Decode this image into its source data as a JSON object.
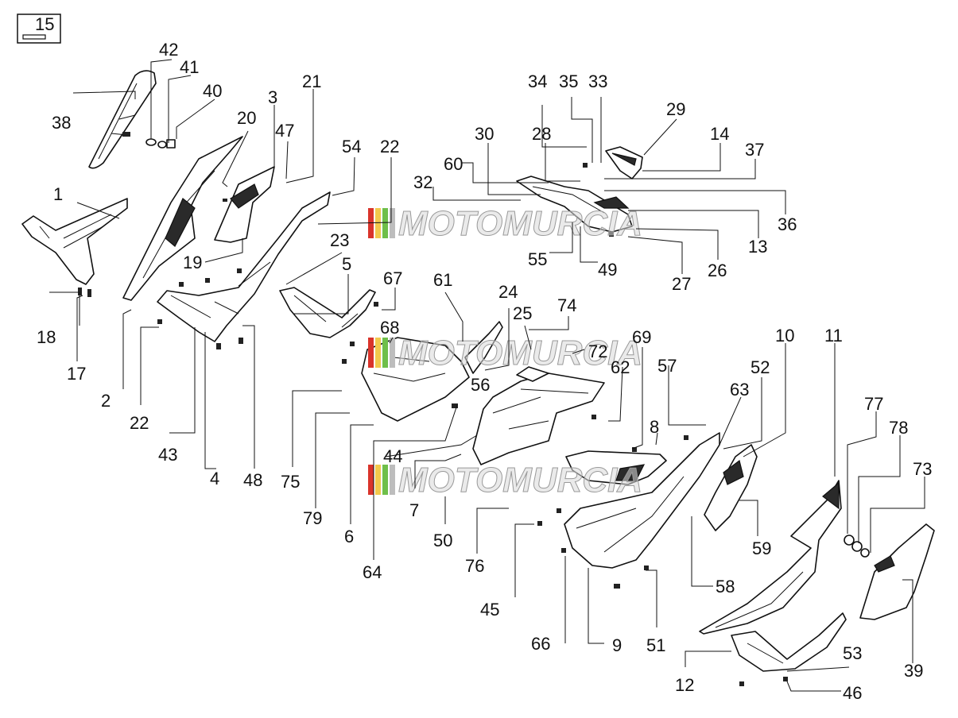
{
  "page_index_number": "15",
  "watermark": {
    "text": "MOTOMURCIA",
    "stripe_colors": [
      "#d9342b",
      "#f2c94c",
      "#6fbf4a",
      "#bdbdbd"
    ]
  },
  "callouts": [
    "1",
    "2",
    "3",
    "4",
    "5",
    "6",
    "7",
    "8",
    "9",
    "10",
    "11",
    "12",
    "13",
    "14",
    "17",
    "18",
    "19",
    "20",
    "21",
    "22",
    "22",
    "23",
    "24",
    "25",
    "26",
    "27",
    "28",
    "29",
    "30",
    "32",
    "33",
    "34",
    "35",
    "36",
    "37",
    "38",
    "39",
    "40",
    "41",
    "42",
    "43",
    "44",
    "45",
    "46",
    "47",
    "48",
    "49",
    "50",
    "51",
    "52",
    "53",
    "54",
    "55",
    "56",
    "57",
    "58",
    "59",
    "60",
    "61",
    "62",
    "63",
    "64",
    "66",
    "67",
    "68",
    "69",
    "72",
    "73",
    "74",
    "75",
    "76",
    "77",
    "78",
    "79"
  ]
}
